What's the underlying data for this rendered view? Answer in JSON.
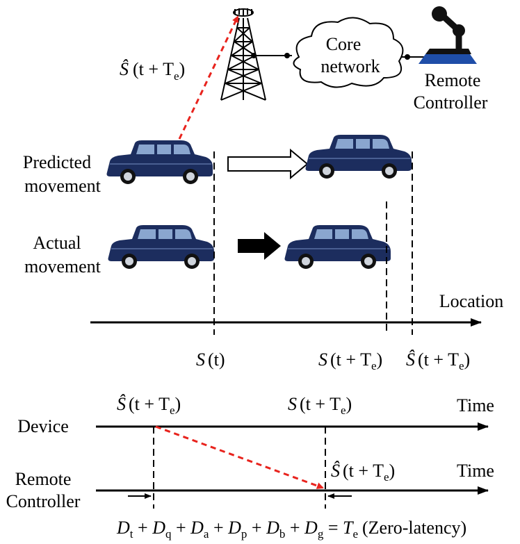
{
  "tower": {
    "label_sym": "Ŝ",
    "label_args": "(t + T",
    "label_sub": "e",
    "label_close": ")"
  },
  "cloud": {
    "line1": "Core",
    "line2": "network"
  },
  "controller": {
    "line1": "Remote",
    "line2": "Controller"
  },
  "rows": {
    "predicted": {
      "line1": "Predicted",
      "line2": "movement"
    },
    "actual": {
      "line1": "Actual",
      "line2": "movement"
    }
  },
  "location_axis": {
    "label": "Location"
  },
  "location_ticks": [
    {
      "sym": "S",
      "args": "(t)",
      "sub": "",
      "close": ""
    },
    {
      "sym": "S",
      "args": "(t + T",
      "sub": "e",
      "close": ")"
    },
    {
      "sym": "Ŝ",
      "args": "(t + T",
      "sub": "e",
      "close": ")"
    }
  ],
  "timeline": {
    "device_label": "Device",
    "remote_label_1": "Remote",
    "remote_label_2": "Controller",
    "time_label": "Time",
    "device_mark_1": {
      "sym": "Ŝ",
      "args": "(t + T",
      "sub": "e",
      "close": ")"
    },
    "device_mark_2": {
      "sym": "S",
      "args": "(t + T",
      "sub": "e",
      "close": ")"
    },
    "remote_mark": {
      "sym": "Ŝ",
      "args": "(t + T",
      "sub": "e",
      "close": ")"
    }
  },
  "equation": {
    "terms": [
      {
        "v": "D",
        "s": "t"
      },
      {
        "v": "D",
        "s": "q"
      },
      {
        "v": "D",
        "s": "a"
      },
      {
        "v": "D",
        "s": "p"
      },
      {
        "v": "D",
        "s": "b"
      },
      {
        "v": "D",
        "s": "g"
      }
    ],
    "result_v": "T",
    "result_s": "e",
    "note": "(Zero-latency)"
  },
  "colors": {
    "signal": "#e8231d",
    "car_body": "#1c2d5e",
    "car_window": "#8aa6cf",
    "controller_base": "#1f4ea8"
  }
}
